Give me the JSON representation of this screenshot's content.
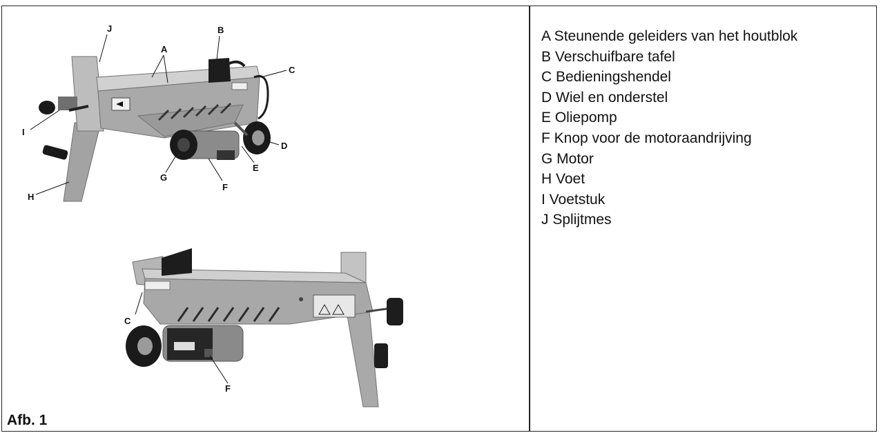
{
  "figure": {
    "caption": "Afb. 1",
    "callouts_top": [
      "J",
      "B",
      "A",
      "C",
      "I",
      "D",
      "E",
      "G",
      "F",
      "H"
    ],
    "callouts_bottom": [
      "C",
      "F"
    ]
  },
  "legend": {
    "items": [
      "A  Steunende geleiders van het houtblok",
      "B Verschuifbare tafel",
      "C Bedieningshendel",
      "D Wiel en onderstel",
      "E Oliepomp",
      "F Knop voor de motoraandrijving",
      "G Motor",
      "H Voet",
      "I Voetstuk",
      "J Splijtmes"
    ]
  },
  "colors": {
    "body": "#a7a7a7",
    "body_light": "#c9c9c9",
    "body_dark": "#7a7a7a",
    "black": "#1a1a1a"
  }
}
